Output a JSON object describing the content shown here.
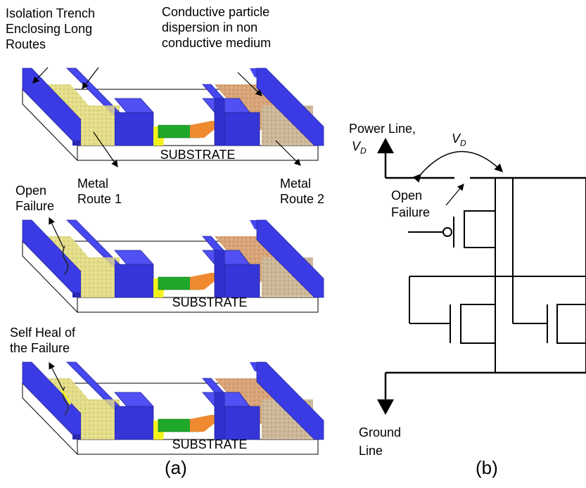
{
  "panel_a": {
    "labels": {
      "isolation_trench": [
        "Isolation Trench",
        "Enclosing Long",
        "Routes"
      ],
      "conductive_particle": [
        "Conductive particle",
        "dispersion in non",
        "conductive medium"
      ],
      "metal_route_1": [
        "Metal",
        "Route 1"
      ],
      "metal_route_2": [
        "Metal",
        "Route 2"
      ],
      "open_failure": [
        "Open",
        "Failure"
      ],
      "self_heal": [
        "Self Heal of",
        "the Failure"
      ]
    },
    "substrate_label": "SUBSTRATE",
    "caption": "(a)"
  },
  "panel_b": {
    "power_line": "Power Line,",
    "vd_symbol": "V",
    "vd_subscript": "D",
    "open_failure": [
      "Open",
      "Failure"
    ],
    "ground_line": [
      "Ground",
      "Line"
    ],
    "caption": "(b)"
  },
  "colors": {
    "metal_blue": "#3a3ae0",
    "metal_blue_dark": "#2020a8",
    "yellow_medium": "#e6e08a",
    "orange_medium": "#d8a070",
    "green_strip": "#1fa82a",
    "orange_strip": "#f08a30",
    "yellow_strip": "#f2f21a"
  }
}
